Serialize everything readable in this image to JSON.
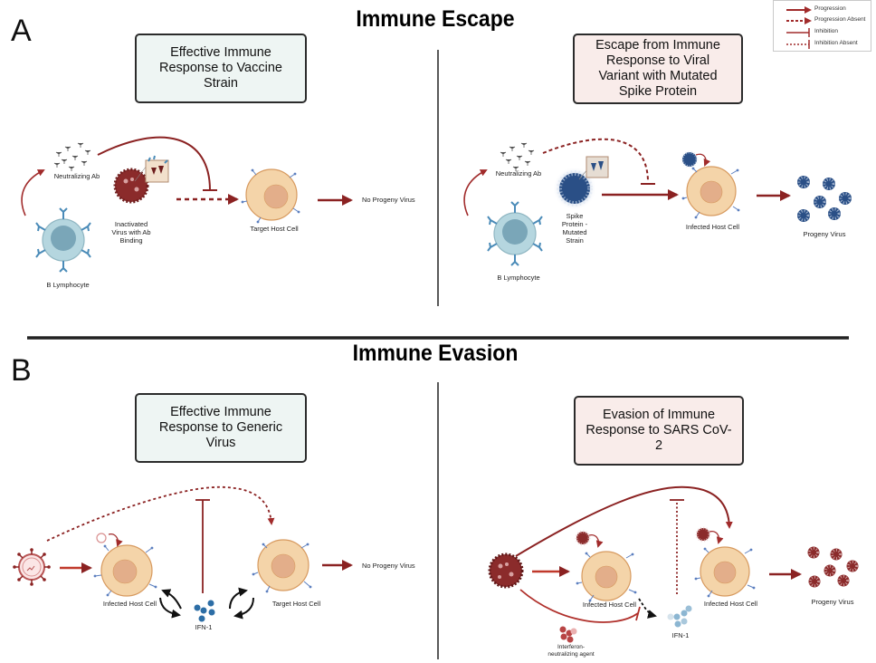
{
  "figure": {
    "colors": {
      "arrow_red": "#a12b2b",
      "dark_red": "#8b2222",
      "cell_fill": "#f4d4a9",
      "cell_stroke": "#d79a5f",
      "nucleus_fill": "#e3ae8a",
      "receptor_blue": "#5b7fbf",
      "b_cell_fill": "#b5d6df",
      "b_cell_nucleus": "#7aa6b8",
      "antibody_blue": "#4a8bb8",
      "ifn_blue": "#2d6ea6",
      "mutant_virus_blue": "#2a4f86",
      "green_box_bg": "#eef5f3",
      "pink_box_bg": "#f9ecea"
    },
    "legend": {
      "items": [
        {
          "label": "Progression",
          "style": "solid-arrow"
        },
        {
          "label": "Progression Absent",
          "style": "dashed-arrow"
        },
        {
          "label": "Inhibition",
          "style": "solid-bar"
        },
        {
          "label": "Inhibition Absent",
          "style": "dashed-bar"
        }
      ]
    },
    "panel_a": {
      "letter": "A",
      "title": "Immune Escape",
      "left": {
        "box_title": "Effective Immune\nResponse to Vaccine\nStrain",
        "labels": {
          "neutralizing_ab": "Neutralizing Ab",
          "b_lymphocyte": "B Lymphocyte",
          "virus": "Inactivated\nVirus with Ab\nBinding",
          "target_cell": "Target Host Cell",
          "outcome": "No Progeny Virus"
        }
      },
      "right": {
        "box_title": "Escape from Immune\nResponse to Viral\nVariant with Mutated\nSpike Protein",
        "labels": {
          "neutralizing_ab": "Neutralizing Ab",
          "b_lymphocyte": "B Lymphocyte",
          "virus": "Spike\nProtein -\nMutated\nStrain",
          "infected_cell": "Infected Host Cell",
          "outcome": "Progeny Virus"
        }
      }
    },
    "panel_b": {
      "letter": "B",
      "title": "Immune Evasion",
      "left": {
        "box_title": "Effective Immune\nResponse to Generic\nVirus",
        "labels": {
          "infected_cell": "Infected Host Cell",
          "ifn": "IFN-1",
          "target_cell": "Target Host Cell",
          "outcome": "No Progeny Virus"
        }
      },
      "right": {
        "box_title": "Evasion of Immune\nResponse to SARS CoV-2",
        "labels": {
          "infected_cell_1": "Infected Host Cell",
          "ifn": "IFN-1",
          "agent": "Interferon-\nneutralizing agent",
          "infected_cell_2": "Infected Host Cell",
          "outcome": "Progeny Virus"
        }
      }
    }
  }
}
